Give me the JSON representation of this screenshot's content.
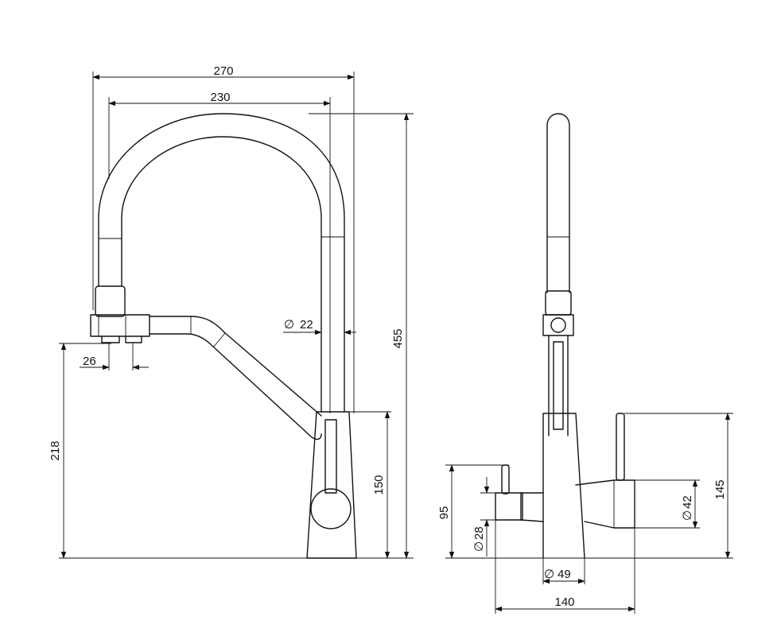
{
  "front_view": {
    "dim_overall_width": "270",
    "dim_spout_width": "230",
    "dim_spout_diameter": "22",
    "dim_height_total": "455",
    "dim_outlet_height": "218",
    "dim_body_height": "150",
    "dim_outlet_offset": "26"
  },
  "side_view": {
    "dim_handle_height": "145",
    "dim_filter_handle_height": "95",
    "dim_handle_diameter": "42",
    "dim_filter_handle_diameter": "28",
    "dim_base_diameter": "49",
    "dim_overall_depth": "140"
  },
  "symbols": {
    "diameter": "∅"
  },
  "colors": {
    "line": "#111111",
    "background": "#ffffff"
  }
}
